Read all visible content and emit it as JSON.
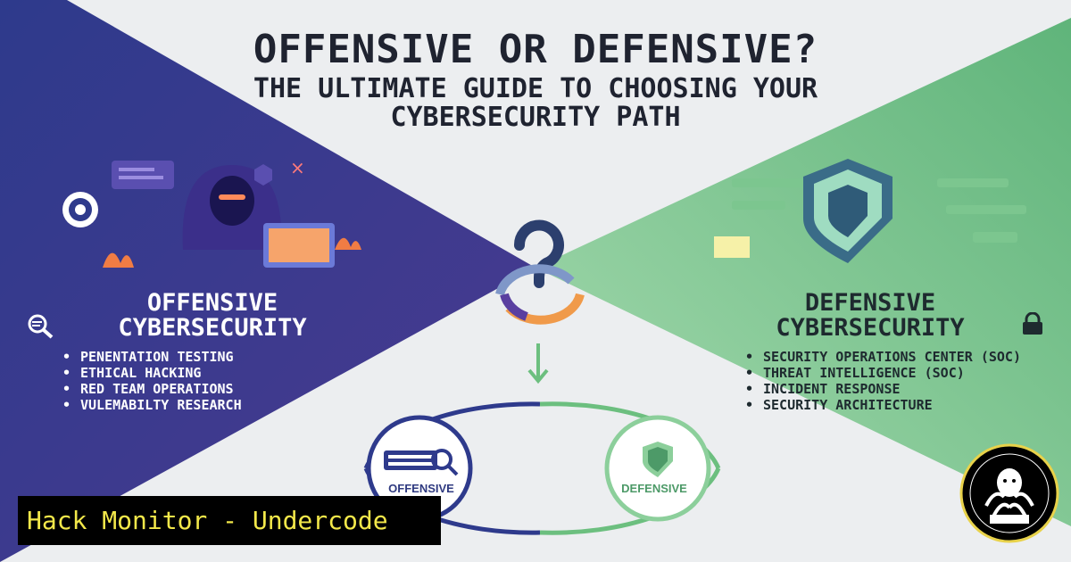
{
  "title": {
    "line1": "OFFENSIVE OR DEFENSIVE?",
    "line2": "THE ULTIMATE GUIDE TO CHOOSING YOUR",
    "line3": "CYBERSECURITY PATH"
  },
  "offensive": {
    "heading_line1": "OFFENSIVE",
    "heading_line2": "CYBERSECURITY",
    "items": [
      "PENENTATION TESTING",
      "ETHICAL HACKING",
      "RED TEAM OPERATIONS",
      "VULEMABILTY RESEARCH"
    ],
    "circle_label": "OFFENSIVE",
    "icon": "magnifier-icon"
  },
  "defensive": {
    "heading_line1": "DEFENSIVE",
    "heading_line2": "CYBERSECURITY",
    "items": [
      "SECURITY OPERATIONS CENTER (SOC)",
      "THREAT INTELLIGENCE (SOC)",
      "INCIDENT RESPONSE",
      "SECURITY ARCHITECTURE"
    ],
    "circle_label": "DEFENSIVE",
    "icon": "lock-icon"
  },
  "banner": {
    "text": "Hack Monitor - Undercode"
  },
  "colors": {
    "offensive": "#34348a",
    "defensive": "#8ccf9b",
    "banner_text": "#f3e84a",
    "question": "#2c3f6e"
  },
  "icons": [
    "hacker-illustration",
    "shield-illustration",
    "question-mark-icon",
    "cycle-arrows-icon",
    "down-arrow-icon",
    "keyboard-icon",
    "small-shield-icon",
    "octopus-logo"
  ]
}
